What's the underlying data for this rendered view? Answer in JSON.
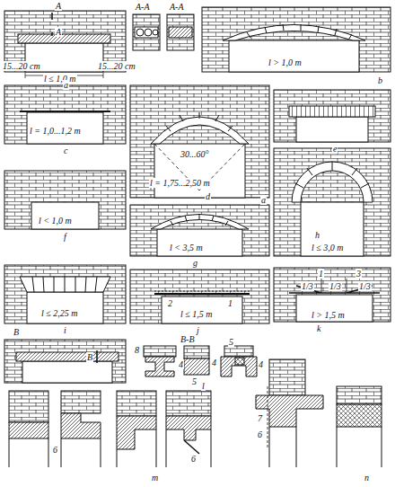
{
  "diagram": {
    "labels": [
      "A",
      "A",
      "A-A",
      "A-A",
      "15...20 cm",
      "l ≤ 1,0 m",
      "15...20 cm",
      "a",
      "l > 1,0 m",
      "b",
      "l = 1,0...1,2 m",
      "c",
      "30...60°",
      "l = 1,75...2,50 m",
      "d",
      "e",
      "l < 1,0 m",
      "f",
      "a",
      "l < 3,5 m",
      "g",
      "h",
      "l ≤ 3,0 m",
      "l ≤ 2,25 m",
      "i",
      "2",
      "1",
      "l ≤ 1,5 m",
      "j",
      "1",
      "3",
      "1/3",
      "1/3",
      "1/3",
      "l > 1,5 m",
      "k",
      "B",
      "B",
      "B-B",
      "8",
      "4",
      "4",
      "5",
      "5",
      "4",
      "l",
      "6",
      "6",
      "7",
      "6",
      "m",
      "n"
    ]
  }
}
